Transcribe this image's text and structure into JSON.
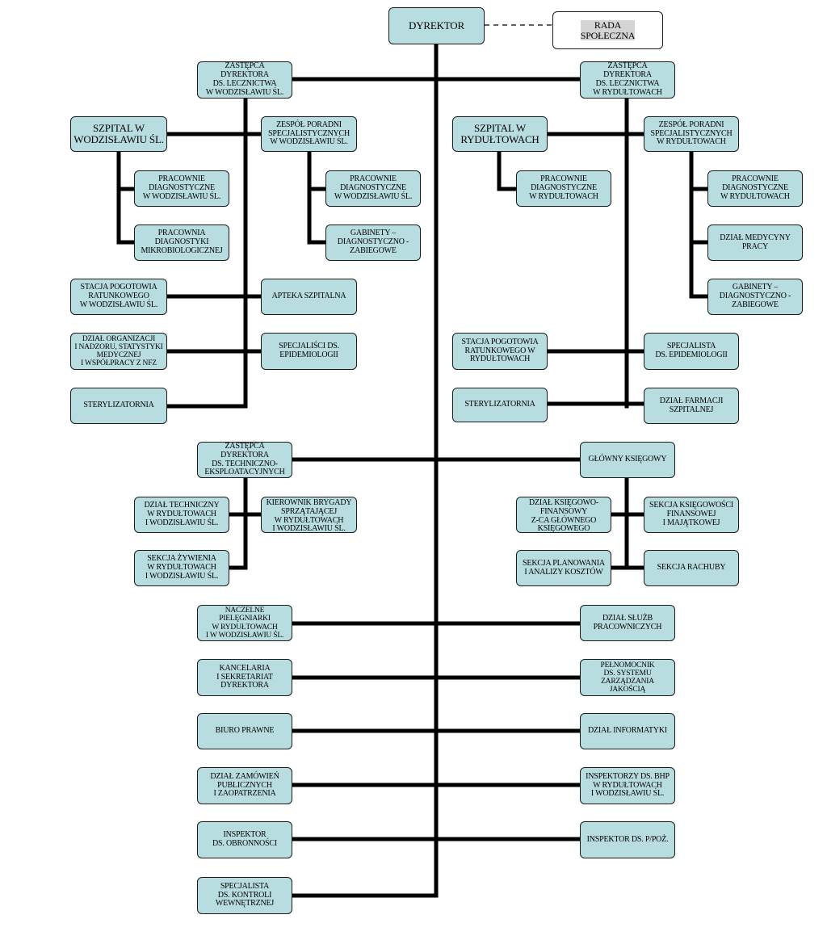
{
  "units": {
    "dyrektor": "DYREKTOR",
    "rada": "RADA\nSPOŁECZNA",
    "zast_lecz_wodz": "ZASTĘPCA DYREKTORA\nDS. LECZNICTWA\nW WODZISŁAWIU ŚL.",
    "zast_lecz_ryd": "ZASTĘPCA DYREKTORA\nDS. LECZNICTWA\nW RYDUŁTOWACH",
    "szpital_wodz": "SZPITAL W\nWODZISŁAWIU ŚL.",
    "zespol_wodz": "ZESPÓŁ PORADNI\nSPECJALISTYCZNYCH\nW WODZISŁAWIU ŚL.",
    "szpital_ryd": "SZPITAL W\nRYDUŁTOWACH",
    "zespol_ryd": "ZESPÓŁ PORADNI\nSPECJALISTYCZNYCH\nW RYDUŁTOWACH",
    "prac_diag_wodz_szp": "PRACOWNIE\nDIAGNOSTYCZNE\nW WODZISŁAWIU ŚL.",
    "prac_diag_wodz_zesp": "PRACOWNIE\nDIAGNOSTYCZNE\nW WODZISŁAWIU ŚL.",
    "prac_diag_ryd_szp": "PRACOWNIE\nDIAGNOSTYCZNE\nW RYDUŁTOWACH",
    "prac_diag_ryd_zesp": "PRACOWNIE\nDIAGNOSTYCZNE\nW RYDUŁTOWACH",
    "prac_mikro": "PRACOWNIA\nDIAGNOSTYKI\nMIKROBIOLOGICZNEJ",
    "gabinety_wodz": "GABINETY –\nDIAGNOSTYCZNO -\nZABIEGOWE",
    "dzial_med_pracy": "DZIAŁ MEDYCYNY\nPRACY",
    "gabinety_ryd": "GABINETY –\nDIAGNOSTYCZNO -\nZABIEGOWE",
    "stacja_wodz": "STACJA POGOTOWIA\nRATUNKOWEGO\nW WODZISŁAWIU ŚL.",
    "apteka": "APTEKA SZPITALNA",
    "dzial_org": "DZIAŁ ORGANIZACJI\nI NADZORU, STATYSTYKI\nMEDYCZNEJ\nI WSPÓŁPRACY Z NFZ",
    "spec_epid_wodz": "SPECJALIŚCI DS.\nEPIDEMIOLOGII",
    "steryl_wodz": "STERYLIZATORNIA",
    "stacja_ryd": "STACJA POGOTOWIA\nRATUNKOWEGO W\nRYDUŁTOWACH",
    "spec_epid_ryd": "SPECJALISTA\nDS. EPIDEMIOLOGII",
    "steryl_ryd": "STERYLIZATORNIA",
    "dzial_farm": "DZIAŁ FARMACJI\nSZPITALNEJ",
    "zast_tech": "ZASTĘPCA DYREKTORA\nDS. TECHNICZNO-\nEKSPLOATACYJNYCH",
    "glowny_ksieg": "GŁÓWNY KSIĘGOWY",
    "dzial_tech": "DZIAŁ TECHNICZNY\nW RYDUŁTOWACH\nI WODZISŁAWIU ŚL.",
    "kierownik_bryg": "KIEROWNIK BRYGADY\nSPRZĄTAJĄCEJ\nW RYDUŁTOWACH\nI WODZISŁAWIU ŚL.",
    "sekcja_zyw": "SEKCJA ŻYWIENIA\nW RYDUŁTOWACH\nI WODZISŁAWIU ŚL.",
    "dzial_ksieg_fin": "DZIAŁ KSIĘGOWO-\nFINANSOWY\nZ-CA GŁÓWNEGO\nKSIĘGOWEGO",
    "sekcja_ksieg_fin": "SEKCJA KSIĘGOWOŚCI\nFINANSOWEJ\nI MAJĄTKOWEJ",
    "sekcja_plan": "SEKCJA PLANOWANIA\nI ANALIZY KOSZTÓW",
    "sekcja_rach": "SEKCJA RACHUBY",
    "naczelne_piel": "NACZELNE PIELĘGNIARKI\nW RYDUŁTOWACH\nI W WODZISŁAWIU ŚL.",
    "dzial_sluzb": "DZIAŁ SŁUŻB\nPRACOWNICZYCH",
    "kancelaria": "KANCELARIA\nI SEKRETARIAT\nDYREKTORA",
    "pelnomocnik": "PEŁNOMOCNIK\nDS. SYSTEMU\nZARZĄDZANIA JAKOŚCIĄ",
    "biuro_prawne": "BIURO PRAWNE",
    "dzial_inform": "DZIAŁ INFORMATYKI",
    "dzial_zamow": "DZIAŁ ZAMÓWIEŃ\nPUBLICZNYCH\nI ZAOPATRZENIA",
    "inspektorzy_bhp": "INSPEKTORZY DS. BHP\nW RYDUŁTOWACH\nI WODZISŁAWIU ŚL.",
    "inspektor_obr": "INSPEKTOR\nDS. OBRONNOŚCI",
    "inspektor_ppoz": "INSPEKTOR DS. P/POŻ.",
    "spec_kontroli": "SPECJALISTA\nDS. KONTROLI\nWEWNĘTRZNEJ"
  }
}
